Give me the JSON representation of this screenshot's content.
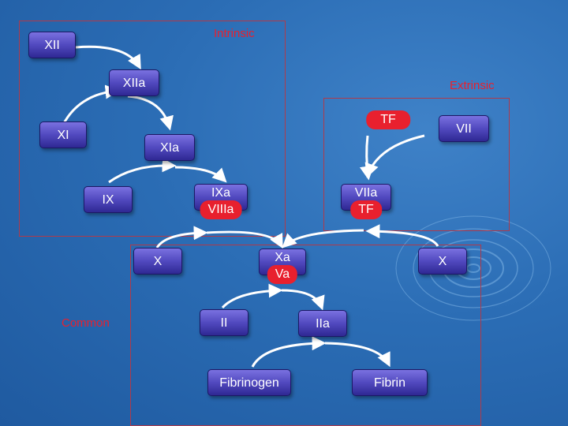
{
  "regions": {
    "intrinsic": "Intrinsic",
    "extrinsic": "Extrinsic",
    "common": "Common"
  },
  "nodes": {
    "xii": "XII",
    "xiia": "XIIa",
    "xi": "XI",
    "xia": "XIa",
    "ix": "IX",
    "ixa": "IXa",
    "viiia": "VIIIa",
    "tf": "TF",
    "vii": "VII",
    "viia": "VIIa",
    "tf_complex": "TF",
    "x_left": "X",
    "xa": "Xa",
    "va": "Va",
    "x_right": "X",
    "ii": "II",
    "iia": "IIa",
    "fibrinogen": "Fibrinogen",
    "fibrin": "Fibrin"
  },
  "colors": {
    "region_border": "#b03a4a",
    "label_red": "#e8202e",
    "node_fill": "#5149bf",
    "arrow": "#ffffff"
  }
}
